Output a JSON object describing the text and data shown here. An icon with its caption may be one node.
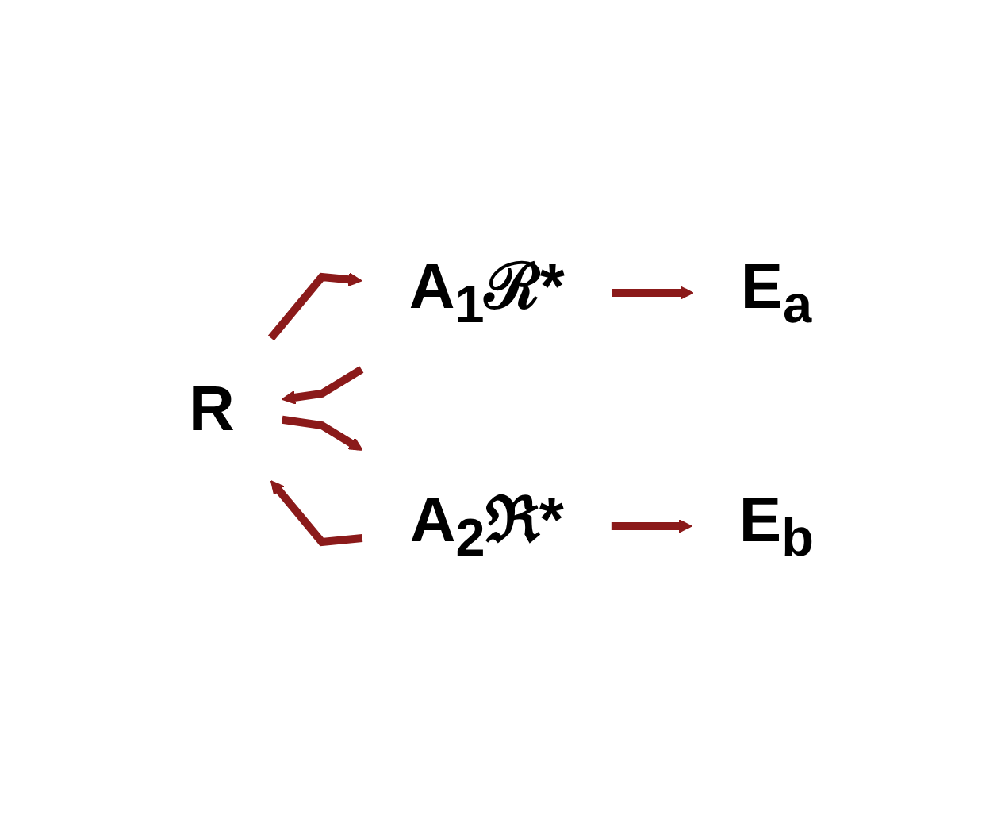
{
  "diagram": {
    "nodes": [
      {
        "text": [
          "R"
        ]
      },
      {
        "text": [
          "A$_{1}$ℛ*"
        ]
      },
      {
        "text": [
          "E$_{a}$"
        ]
      },
      {
        "text": [
          "A$_{2}$ℜ*"
        ]
      },
      {
        "text": [
          "E$_{b}$"
        ]
      }
    ],
    "edges": [
      {
        "from": 0,
        "to": 1,
        "arrow": "to"
      },
      {
        "from": 1,
        "to": 0,
        "arrow": "to"
      },
      {
        "from": 1,
        "to": 2,
        "arrow": "to"
      },
      {
        "from": 0,
        "to": 3,
        "arrow": "to"
      },
      {
        "from": 3,
        "to": 0,
        "arrow": "to"
      },
      {
        "from": 3,
        "to": 4,
        "arrow": "to"
      }
    ]
  }
}
